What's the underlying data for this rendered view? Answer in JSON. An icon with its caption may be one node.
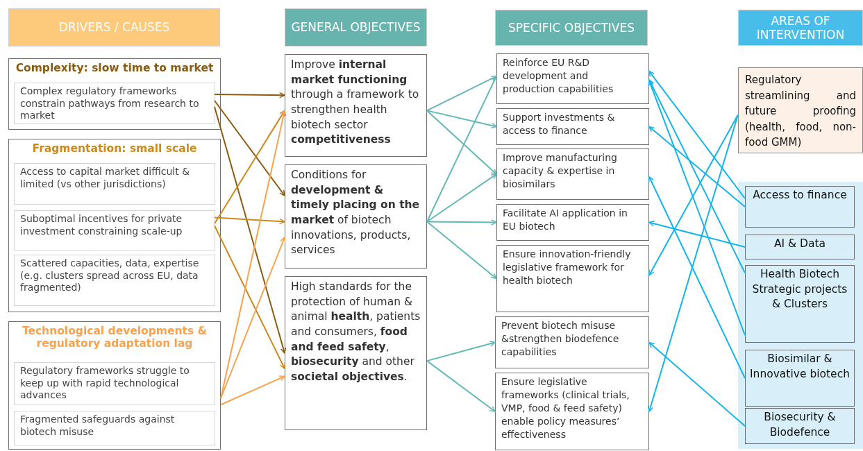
{
  "diagram": {
    "nodes": [
      {
        "text": [
          "DRIVERS / CAUSES"
        ]
      },
      {
        "text": [
          "GENERAL OBJECTIVES"
        ]
      },
      {
        "text": [
          "SPECIFIC OBJECTIVES"
        ]
      },
      {
        "text": [
          "AREAS OF INTERVENTION"
        ]
      },
      {
        "text": [
          "Complexity: slow time to market"
        ]
      },
      {
        "text": [
          "Complex regulatory frameworks constrain pathways from research to market"
        ],
        "in": 4
      },
      {
        "text": [
          "Fragmentation: small scale"
        ]
      },
      {
        "text": [
          "Access to capital market difficult & limited (vs other jurisdictions)"
        ],
        "in": 6
      },
      {
        "text": [
          "Suboptimal incentives for private investment constraining scale-up"
        ],
        "in": 6
      },
      {
        "text": [
          "Scattered capacities, data, expertise (e.g. clusters spread across EU, data fragmented)"
        ],
        "in": 6
      },
      {
        "text": [
          "Technological developments & regulatory adaptation lag"
        ]
      },
      {
        "text": [
          "Regulatory frameworks struggle to keep up with rapid technological advances"
        ],
        "in": 10
      },
      {
        "text": [
          "Fragmented safeguards against biotech misuse"
        ],
        "in": 10
      },
      {
        "text": [
          "Improve **internal market functioning** through a framework to strengthen health biotech sector **competitiveness**"
        ]
      },
      {
        "text": [
          "Conditions for **development & timely placing on the market** of biotech innovations, products, services"
        ]
      },
      {
        "text": [
          "High standards for the protection of human & animal **health**, patients and consumers, **food and feed safety**, **biosecurity** and other **societal objectives**."
        ]
      },
      {
        "text": [
          "Reinforce EU R&D development and production capabilities"
        ]
      },
      {
        "text": [
          "Support investments & access to finance"
        ]
      },
      {
        "text": [
          "Improve manufacturing capacity & expertise in biosimilars"
        ]
      },
      {
        "text": [
          "Facilitate AI application in EU biotech"
        ]
      },
      {
        "text": [
          "Ensure innovation-friendly legislative framework for health biotech"
        ]
      },
      {
        "text": [
          "Prevent biotech misuse &strengthen biodefence capabilities"
        ]
      },
      {
        "text": [
          "Ensure legislative frameworks (clinical trials, VMP, food & feed safety) enable policy measures’ effectiveness"
        ]
      },
      {
        "text": [
          "Regulatory streamlining and future proofing (health, food, non-food GMM)"
        ]
      },
      {
        "text": [],
        "shape": "box"
      },
      {
        "text": [
          "Access to finance"
        ],
        "in": 24
      },
      {
        "text": [
          "AI & Data"
        ],
        "in": 24
      },
      {
        "text": [
          "Health Biotech Strategic projects & Clusters"
        ],
        "in": 24
      },
      {
        "text": [
          "Biosimilar & Innovative biotech"
        ],
        "in": 24
      },
      {
        "text": [
          "Biosecurity & Biodefence"
        ],
        "in": 24
      }
    ],
    "edges": [
      {
        "from": 5,
        "to": 13,
        "arrow": "to",
        "color": "#8a5c0f"
      },
      {
        "from": 5,
        "to": 14,
        "arrow": "to",
        "color": "#8a5c0f"
      },
      {
        "from": 5,
        "to": 15,
        "arrow": "to",
        "color": "#8a5c0f"
      },
      {
        "from": 8,
        "to": 13,
        "arrow": "to",
        "color": "#cc8a1c"
      },
      {
        "from": 8,
        "to": 14,
        "arrow": "to",
        "color": "#cc8a1c"
      },
      {
        "from": 8,
        "to": 15,
        "arrow": "to",
        "color": "#cc8a1c"
      },
      {
        "from": 10,
        "to": 13,
        "arrow": "to",
        "color": "#f7a24c"
      },
      {
        "from": 10,
        "to": 14,
        "arrow": "to",
        "color": "#f7a24c"
      },
      {
        "from": 10,
        "to": 15,
        "arrow": "to",
        "color": "#f7a24c"
      },
      {
        "from": 13,
        "to": 16,
        "arrow": "to",
        "color": "#62b8b4"
      },
      {
        "from": 13,
        "to": 17,
        "arrow": "to",
        "color": "#62b8b4"
      },
      {
        "from": 13,
        "to": 18,
        "arrow": "to",
        "color": "#62b8b4"
      },
      {
        "from": 14,
        "to": 16,
        "arrow": "to",
        "color": "#62b8b4"
      },
      {
        "from": 14,
        "to": 18,
        "arrow": "to",
        "color": "#62b8b4"
      },
      {
        "from": 14,
        "to": 19,
        "arrow": "to",
        "color": "#62b8b4"
      },
      {
        "from": 14,
        "to": 20,
        "arrow": "to",
        "color": "#62b8b4"
      },
      {
        "from": 15,
        "to": 21,
        "arrow": "to",
        "color": "#62b8b4"
      },
      {
        "from": 15,
        "to": 22,
        "arrow": "to",
        "color": "#62b8b4"
      },
      {
        "from": 23,
        "to": 20,
        "arrow": "to",
        "color": "#14b4ea"
      },
      {
        "from": 23,
        "to": 22,
        "arrow": "to",
        "color": "#14b4ea"
      },
      {
        "from": 25,
        "to": 16,
        "arrow": "to",
        "color": "#14b4ea"
      },
      {
        "from": 25,
        "to": 17,
        "arrow": "to",
        "color": "#14b4ea"
      },
      {
        "from": 26,
        "to": 19,
        "arrow": "to",
        "color": "#14b4ea"
      },
      {
        "from": 27,
        "to": 16,
        "arrow": "to",
        "color": "#14b4ea"
      },
      {
        "from": 27,
        "to": 16,
        "arrow": "to",
        "color": "#14b4ea"
      },
      {
        "from": 28,
        "to": 18,
        "arrow": "to",
        "color": "#14b4ea"
      },
      {
        "from": 29,
        "to": 21,
        "arrow": "to",
        "color": "#14b4ea"
      }
    ]
  }
}
